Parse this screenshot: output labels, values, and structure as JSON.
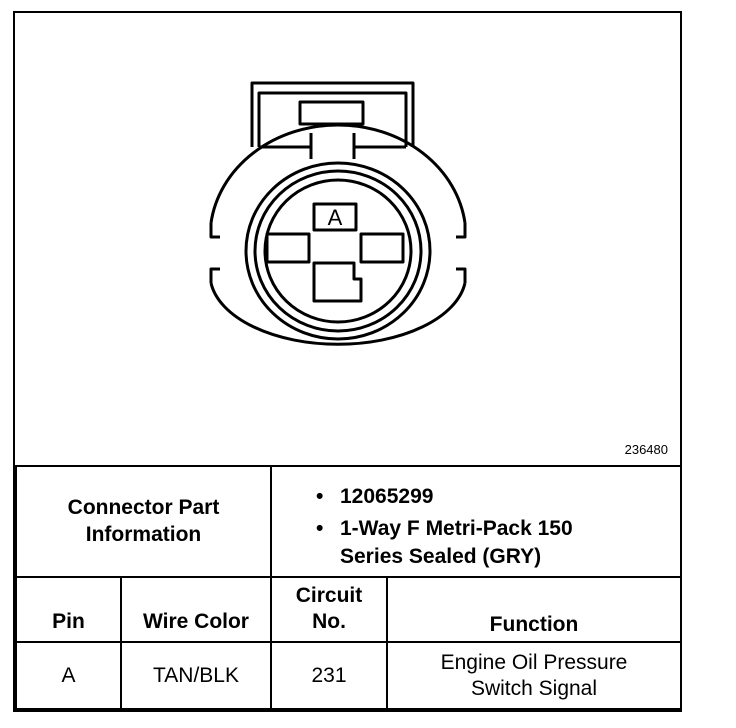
{
  "figure_id": "236480",
  "pin_label": "A",
  "connector": {
    "label_line1": "Connector Part",
    "label_line2": "Information",
    "part_number": "12065299",
    "description_line1": "1-Way F Metri-Pack 150",
    "description_line2": "Series Sealed (GRY)",
    "bullet": "•"
  },
  "table": {
    "headers": {
      "pin": "Pin",
      "wire_color": "Wire Color",
      "circuit_line1": "Circuit",
      "circuit_line2": "No.",
      "function": "Function"
    },
    "rows": [
      {
        "pin": "A",
        "wire_color": "TAN/BLK",
        "circuit": "231",
        "function_line1": "Engine Oil Pressure",
        "function_line2": "Switch Signal"
      }
    ]
  }
}
